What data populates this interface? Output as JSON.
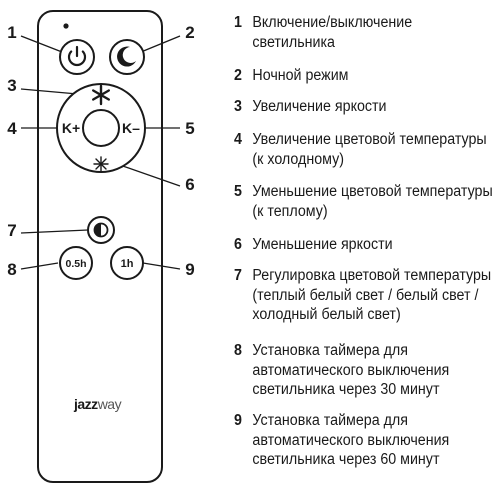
{
  "callouts": [
    "1",
    "2",
    "3",
    "4",
    "5",
    "6",
    "7",
    "8",
    "9"
  ],
  "buttons": {
    "k_plus": "K+",
    "k_minus": "K–",
    "timer_30": "0.5h",
    "timer_60": "1h"
  },
  "brand": {
    "part1": "jazz",
    "part2": "way"
  },
  "legend": [
    {
      "num": "1",
      "text": "Включение/выключение\nсветильника"
    },
    {
      "num": "2",
      "text": "Ночной режим"
    },
    {
      "num": "3",
      "text": "Увеличение яркости"
    },
    {
      "num": "4",
      "text": "Увеличение цветовой температуры\n(к холодному)"
    },
    {
      "num": "5",
      "text": "Уменьшение цветовой температуры\n(к теплому)"
    },
    {
      "num": "6",
      "text": "Уменьшение яркости"
    },
    {
      "num": "7",
      "text": "Регулировка цветовой температуры\n(теплый белый свет / белый свет /\nхолодный белый свет)"
    },
    {
      "num": "8",
      "text": "Установка таймера для\nавтоматического выключения\nсветильника через 30 минут"
    },
    {
      "num": "9",
      "text": "Установка таймера для\nавтоматического выключения\nсветильника через 60 минут"
    }
  ]
}
